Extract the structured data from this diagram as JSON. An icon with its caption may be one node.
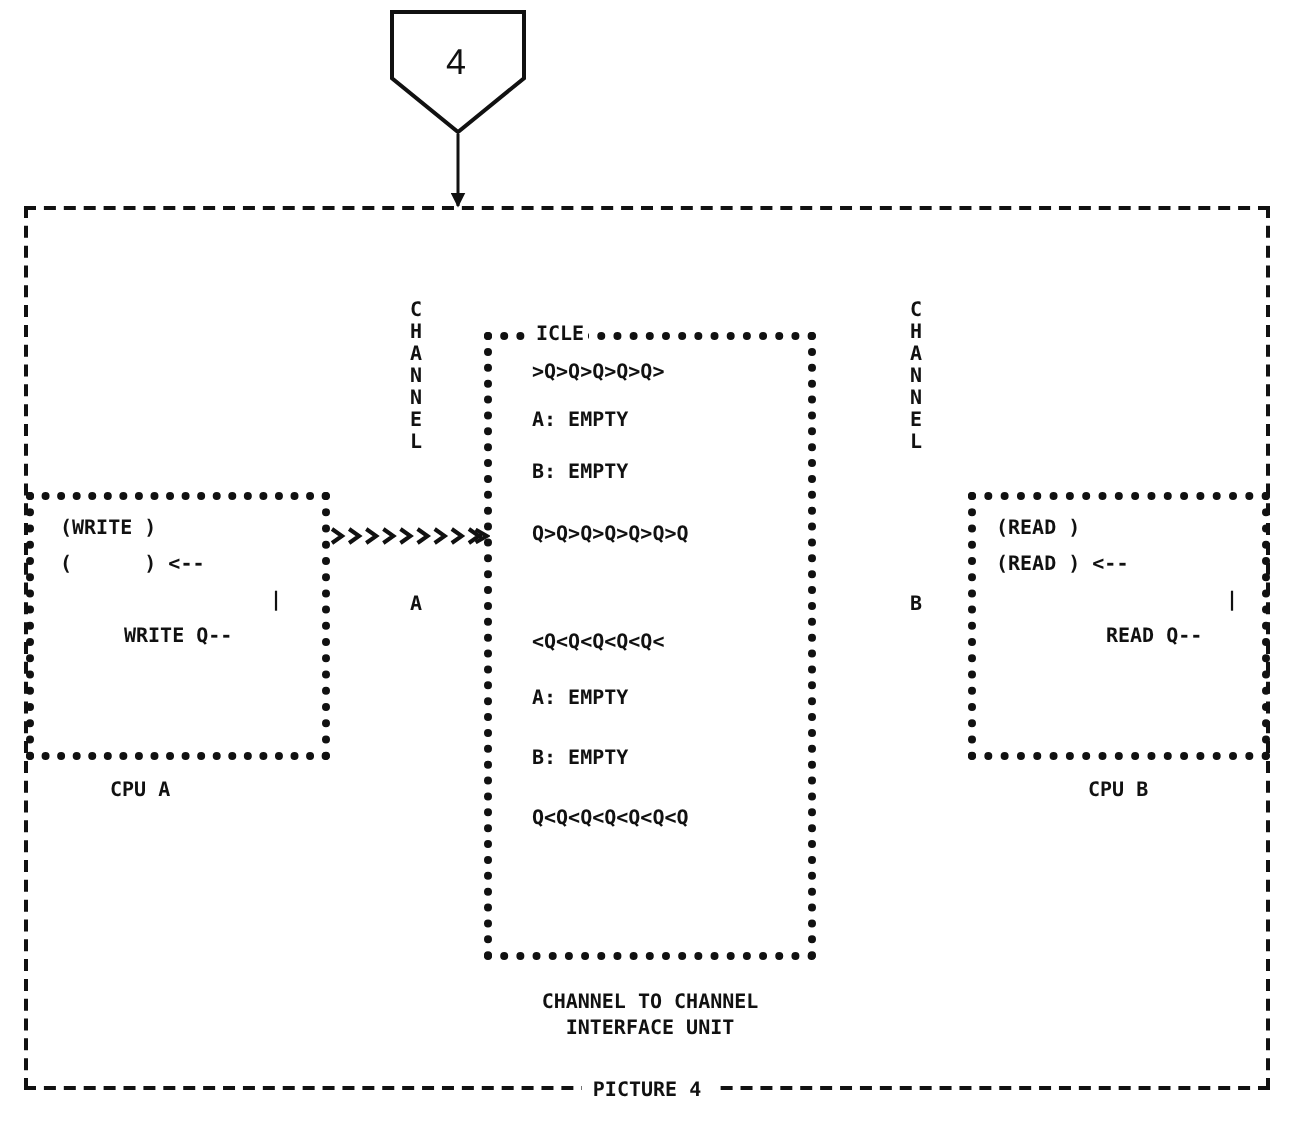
{
  "diagram": {
    "nodes": [
      {
        "text": [
          "4"
        ]
      },
      {
        "text": [
          "PICTURE 4"
        ]
      },
      {
        "text": [
          "CPU A"
        ],
        "in": 1
      },
      {
        "text": [
          "CHANNEL TO CHANNEL INTERFACE UNIT"
        ],
        "in": 1
      },
      {
        "text": [
          "CPU B"
        ],
        "in": 1
      }
    ],
    "edges": [
      {
        "from": 0,
        "to": 1,
        "arrow": "to"
      },
      {
        "from": 2,
        "to": 3,
        "arrow": "to"
      }
    ],
    "labels": [
      "CHANNEL",
      "ICLE",
      "CHANNEL",
      ">Q>Q>Q>Q>Q>",
      "A: EMPTY",
      "B: EMPTY",
      "(WRITE )",
      "(READ )",
      "(      ) <--",
      "(READ ) <--",
      "|",
      "|",
      "Q>Q>Q>Q>Q>Q>Q",
      "WRITE Q--",
      "READ Q--",
      "A",
      "B",
      "<Q<Q<Q<Q<Q<",
      "A: EMPTY",
      "B: EMPTY",
      "Q<Q<Q<Q<Q<Q<Q"
    ]
  }
}
